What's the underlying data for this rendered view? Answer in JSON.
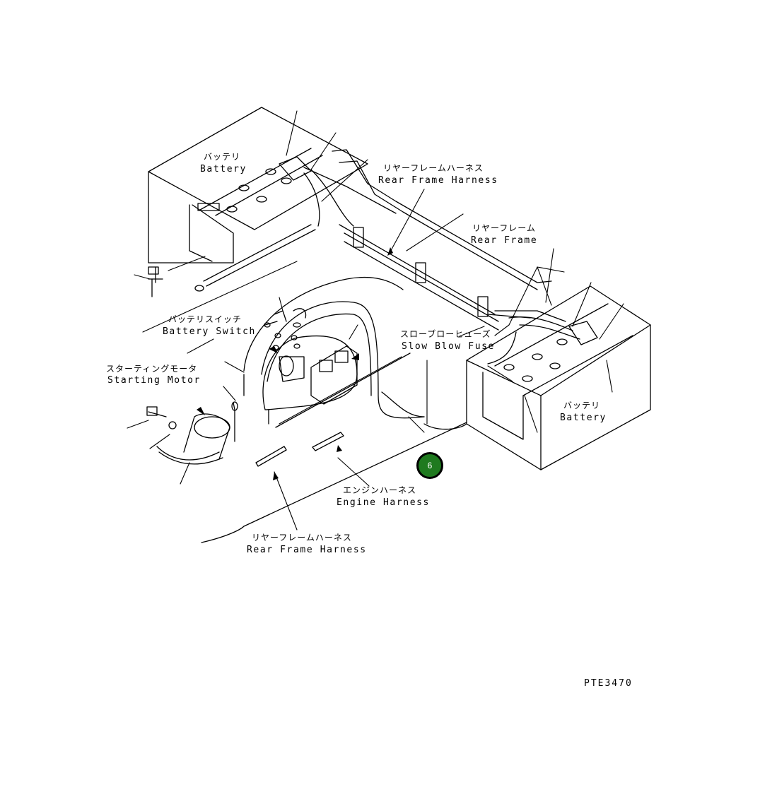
{
  "labels": {
    "battery_left_jp": "バッテリ",
    "battery_left_en": "Battery",
    "rear_frame_harness_top_jp": "リヤーフレームハーネス",
    "rear_frame_harness_top_en": "Rear Frame Harness",
    "rear_frame_jp": "リヤーフレーム",
    "rear_frame_en": "Rear Frame",
    "battery_switch_jp": "バッテリスイッチ",
    "battery_switch_en": "Battery Switch",
    "slow_blow_fuse_jp": "スローブローヒューズ",
    "slow_blow_fuse_en": "Slow Blow Fuse",
    "starting_motor_jp": "スターティングモータ",
    "starting_motor_en": "Starting Motor",
    "battery_right_jp": "バッテリ",
    "battery_right_en": "Battery",
    "engine_harness_jp": "エンジンハーネス",
    "engine_harness_en": "Engine Harness",
    "rear_frame_harness_bottom_jp": "リヤーフレームハーネス",
    "rear_frame_harness_bottom_en": "Rear Frame Harness"
  },
  "drawing_code": "PTE3470",
  "callout_badge": {
    "number": "6",
    "color": "#1f7a1f"
  }
}
